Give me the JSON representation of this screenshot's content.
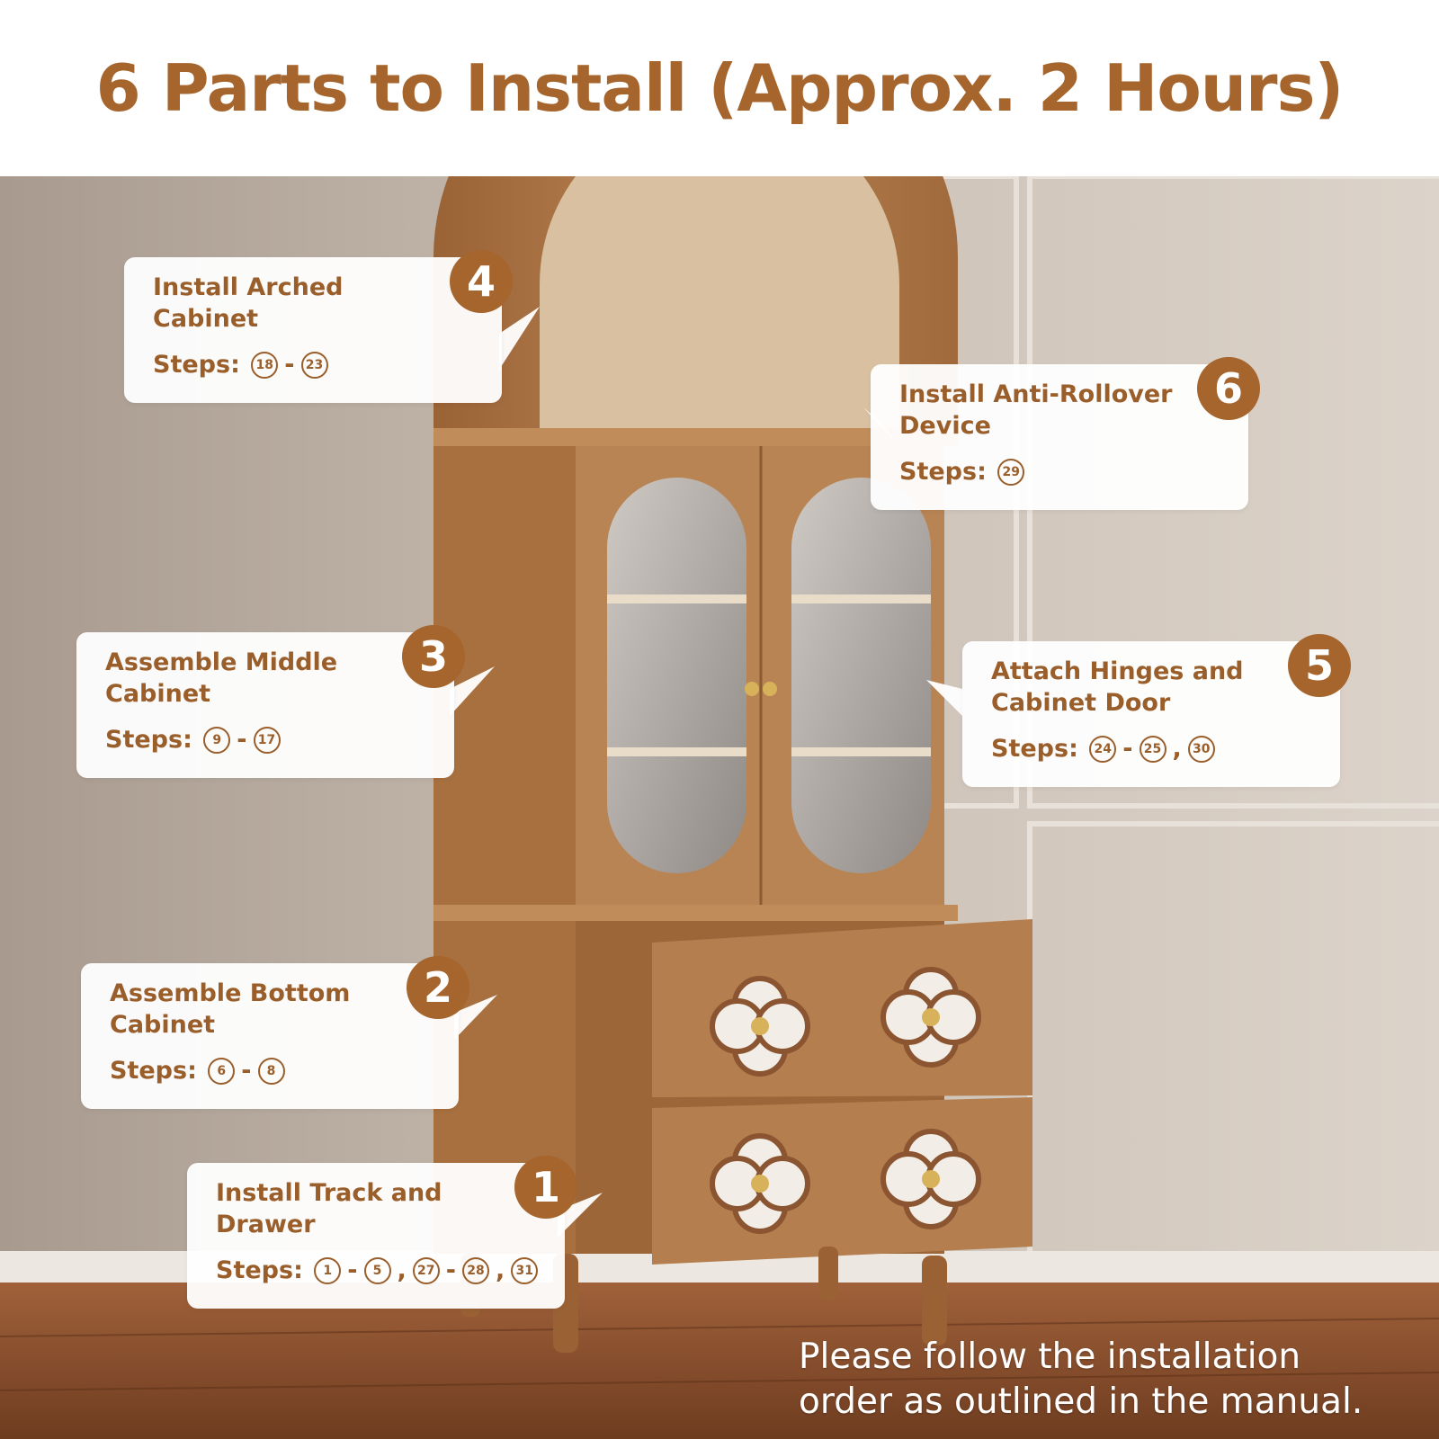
{
  "header": {
    "title": "6 Parts to Install (Approx. 2 Hours)"
  },
  "callouts": [
    {
      "number": "4",
      "title_line1": "Install Arched",
      "title_line2": "Cabinet",
      "steps_label": "Steps:",
      "s1": "18",
      "sep1": "-",
      "s2": "23"
    },
    {
      "number": "6",
      "title_line1": "Install Anti-Rollover",
      "title_line2": "Device",
      "steps_label": "Steps:",
      "s1": "29"
    },
    {
      "number": "3",
      "title_line1": "Assemble Middle",
      "title_line2": "Cabinet",
      "steps_label": "Steps:",
      "s1": "9",
      "sep1": "-",
      "s2": "17"
    },
    {
      "number": "5",
      "title_line1": "Attach Hinges and",
      "title_line2": "Cabinet Door",
      "steps_label": "Steps:",
      "s1": "24",
      "sep1": "-",
      "s2": "25",
      "sep2": ",",
      "s3": "30"
    },
    {
      "number": "2",
      "title_line1": "Assemble Bottom",
      "title_line2": "Cabinet",
      "steps_label": "Steps:",
      "s1": "6",
      "sep1": "-",
      "s2": "8"
    },
    {
      "number": "1",
      "title_line1": "Install Track and",
      "title_line2": "Drawer",
      "steps_label": "Steps:",
      "s1": "1",
      "sep1": "-",
      "s2": "5",
      "sep2": ",",
      "s3": "27",
      "sep3": "-",
      "s4": "28",
      "sep4": ",",
      "s5": "31"
    }
  ],
  "footer_note": {
    "line1": "Please follow the installation",
    "line2": "order as outlined in the manual."
  },
  "colors": {
    "brand": "#a5652d",
    "wall": "#cfc4b8",
    "wood": "#b07a47",
    "floor": "#8a4f2a"
  }
}
